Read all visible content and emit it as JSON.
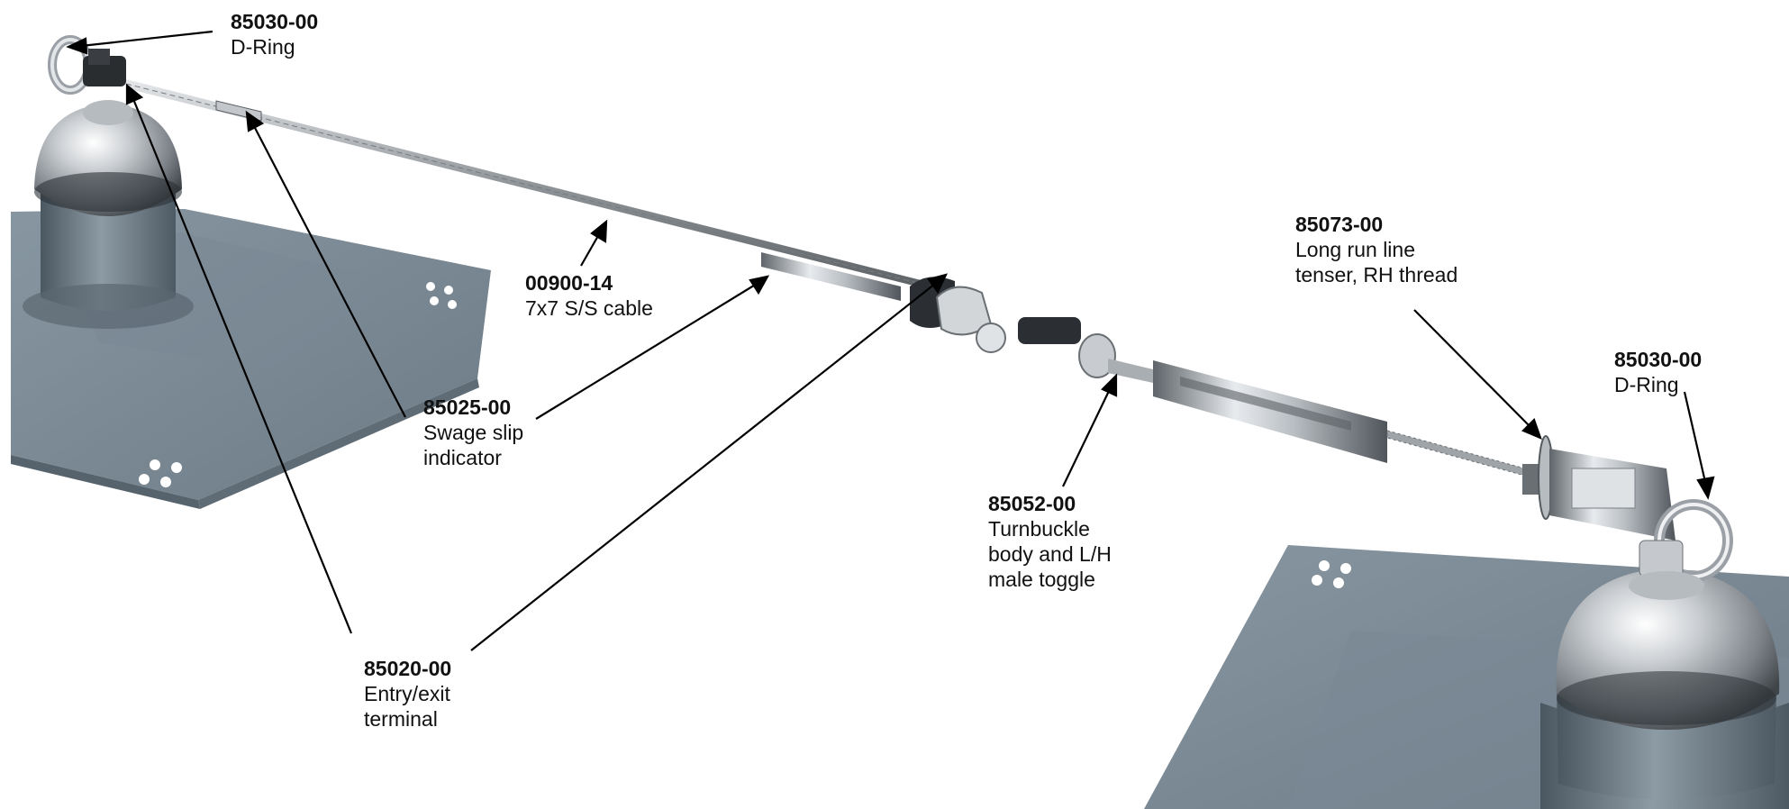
{
  "colors": {
    "plate": "#7f8e99",
    "plate_dark": "#67757f",
    "post_base": "#6c7a85",
    "steel": "#c8ccd0",
    "steel_dark": "#8a9096",
    "leader": "#000000",
    "text": "#111111"
  },
  "callouts": [
    {
      "id": "dring-left",
      "part": "85030-00",
      "desc": "D-Ring"
    },
    {
      "id": "cable",
      "part": "00900-14",
      "desc": "7x7 S/S cable"
    },
    {
      "id": "swage",
      "part": "85025-00",
      "desc": "Swage slip\nindicator"
    },
    {
      "id": "terminal",
      "part": "85020-00",
      "desc": "Entry/exit\nterminal"
    },
    {
      "id": "tenser",
      "part": "85073-00",
      "desc": "Long run line\ntenser, RH thread"
    },
    {
      "id": "dring-right",
      "part": "85030-00",
      "desc": "D-Ring"
    },
    {
      "id": "turnbuckle",
      "part": "85052-00",
      "desc": "Turnbuckle\nbody and L/H\nmale toggle"
    }
  ]
}
